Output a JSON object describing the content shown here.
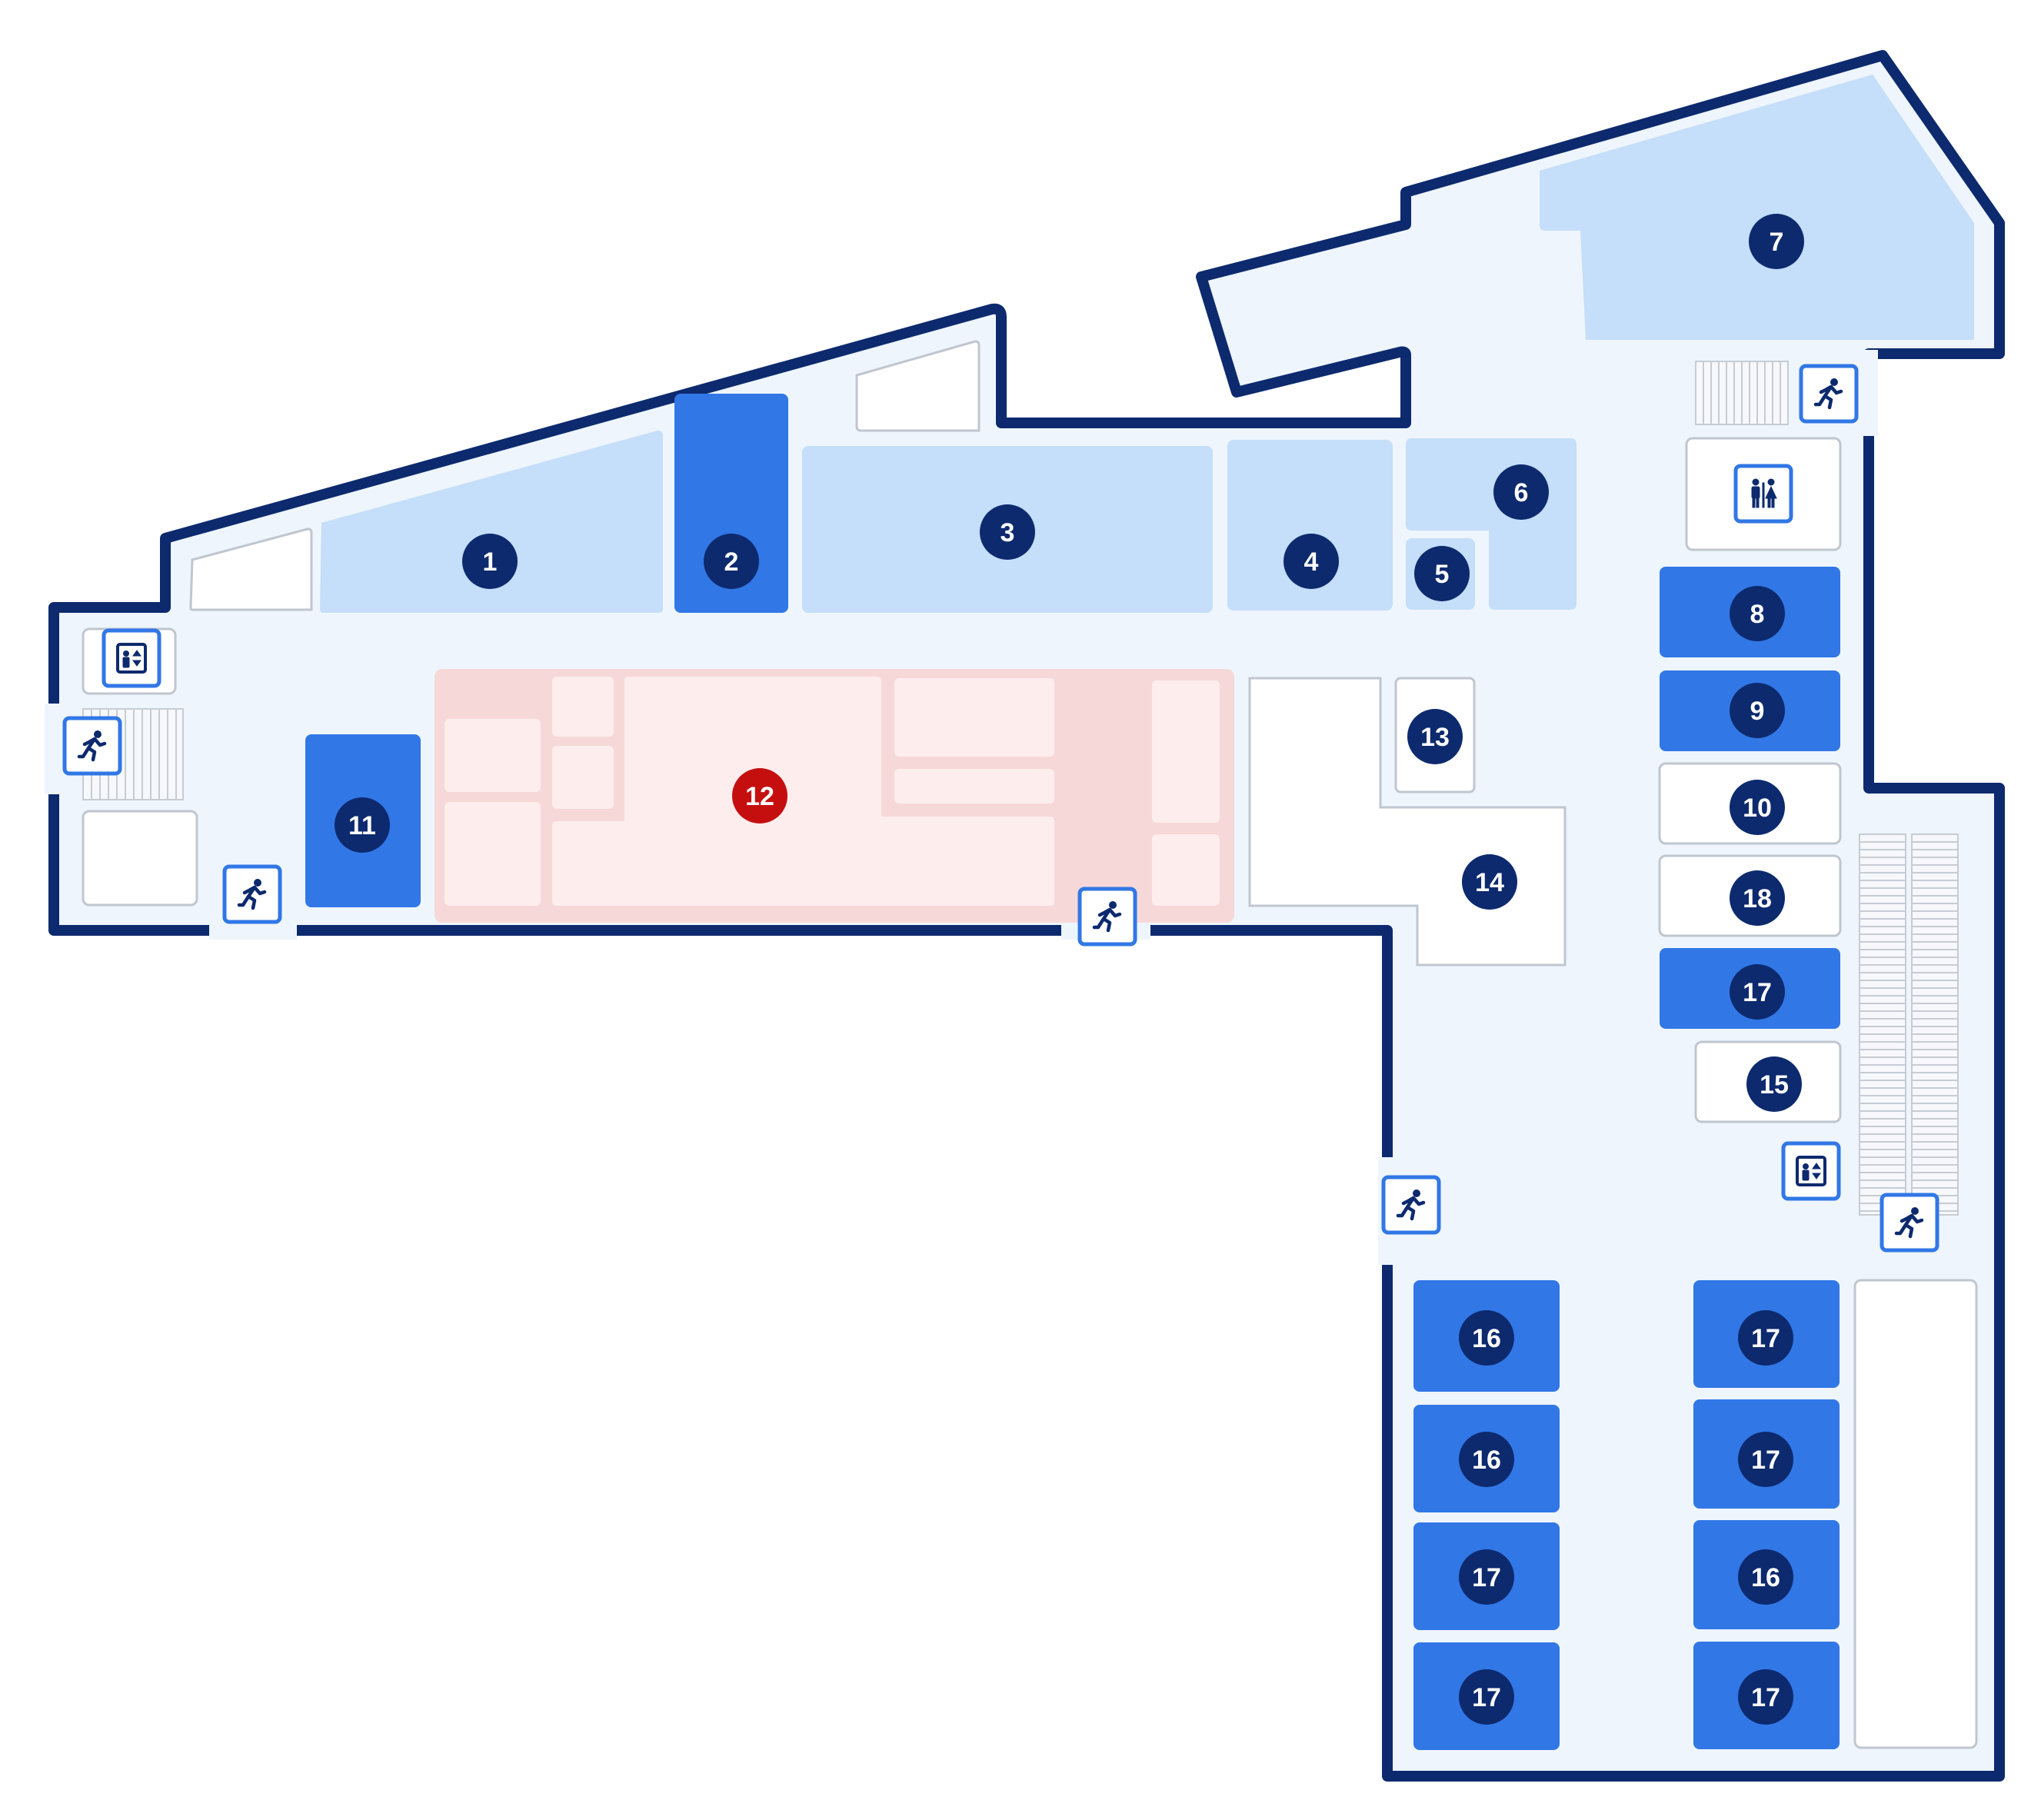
{
  "colors": {
    "outline": "#0d2a6e",
    "floor": "#eef5fd",
    "light_room": "#c5def9",
    "dark_room": "#3177e6",
    "highlight_zone": "#f7d8d8",
    "highlight_inner": "#fdeded",
    "white_room": "#ffffff",
    "room_border": "#c0c6cf",
    "marker": "#0d2a6e",
    "marker_highlight": "#c50f0f",
    "marker_text": "#ffffff",
    "icon_border": "#3177e6",
    "icon_glyph": "#0d2a6e",
    "stairs": "#c7ccd3"
  },
  "markers": [
    {
      "label": "1",
      "type": "normal"
    },
    {
      "label": "2",
      "type": "normal"
    },
    {
      "label": "3",
      "type": "normal"
    },
    {
      "label": "4",
      "type": "normal"
    },
    {
      "label": "5",
      "type": "normal"
    },
    {
      "label": "6",
      "type": "normal"
    },
    {
      "label": "7",
      "type": "normal"
    },
    {
      "label": "8",
      "type": "normal"
    },
    {
      "label": "9",
      "type": "normal"
    },
    {
      "label": "10",
      "type": "normal"
    },
    {
      "label": "18",
      "type": "normal"
    },
    {
      "label": "17",
      "type": "normal"
    },
    {
      "label": "15",
      "type": "normal"
    },
    {
      "label": "11",
      "type": "normal"
    },
    {
      "label": "12",
      "type": "highlight"
    },
    {
      "label": "13",
      "type": "normal"
    },
    {
      "label": "14",
      "type": "normal"
    },
    {
      "label": "16",
      "type": "normal"
    },
    {
      "label": "16",
      "type": "normal"
    },
    {
      "label": "17",
      "type": "normal"
    },
    {
      "label": "17",
      "type": "normal"
    },
    {
      "label": "17",
      "type": "normal"
    },
    {
      "label": "17",
      "type": "normal"
    },
    {
      "label": "16",
      "type": "normal"
    },
    {
      "label": "17",
      "type": "normal"
    }
  ],
  "icons": {
    "exits": [
      "emergency-exit-icon",
      "emergency-exit-icon",
      "emergency-exit-icon",
      "emergency-exit-icon",
      "emergency-exit-icon",
      "emergency-exit-icon"
    ],
    "elevators": [
      "elevator-icon",
      "elevator-icon"
    ],
    "restrooms": [
      "restroom-icon"
    ]
  }
}
